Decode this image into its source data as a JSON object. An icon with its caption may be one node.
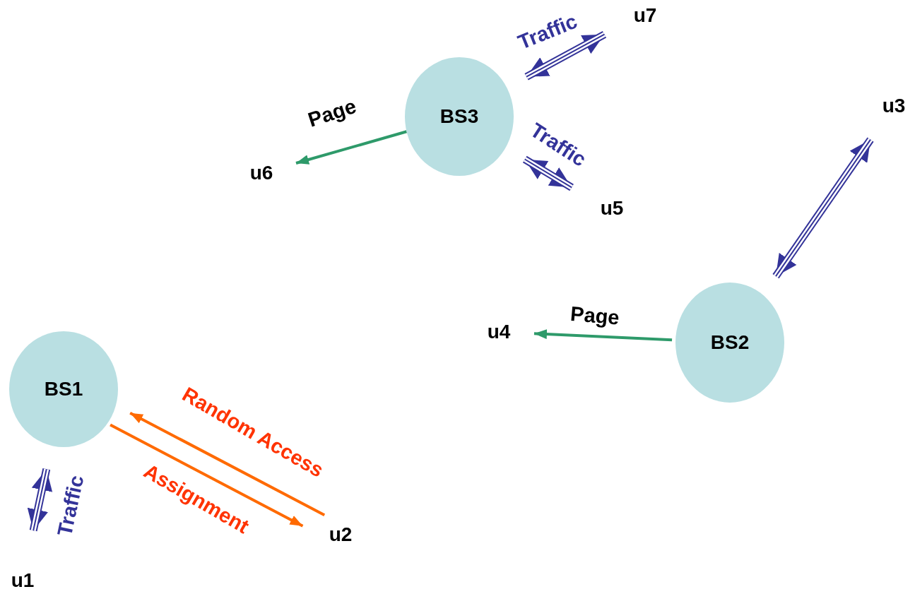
{
  "diagram": {
    "nodes": [
      {
        "text": [
          "u7"
        ]
      },
      {
        "text": [
          "BS3"
        ]
      },
      {
        "text": [
          "u3"
        ]
      },
      {
        "text": [
          "u6"
        ]
      },
      {
        "text": [
          "u5"
        ]
      },
      {
        "text": [
          "u4"
        ]
      },
      {
        "text": [
          "BS2"
        ]
      },
      {
        "text": [
          "BS1"
        ]
      },
      {
        "text": [
          "u2"
        ]
      },
      {
        "text": [
          "u1"
        ]
      }
    ],
    "edges": [
      {
        "from": 1,
        "to": 3,
        "arrow": "to",
        "label": "Page",
        "color": "#2e9a6a"
      },
      {
        "from": 1,
        "to": 0,
        "arrow": "both",
        "label": "Traffic",
        "style": "thick"
      },
      {
        "from": 1,
        "to": 4,
        "arrow": "both",
        "label": "Traffic",
        "style": "thick"
      },
      {
        "from": 2,
        "to": 6,
        "arrow": "both",
        "style": "thick"
      },
      {
        "from": 6,
        "to": 5,
        "arrow": "to",
        "label": "Page",
        "color": "#2e9a6a"
      },
      {
        "from": 8,
        "to": 7,
        "arrow": "to",
        "label": "Random Access",
        "color": "#ff6a00"
      },
      {
        "from": 7,
        "to": 8,
        "arrow": "to",
        "label": "Assignment",
        "color": "#ff6a00"
      },
      {
        "from": 7,
        "to": 9,
        "arrow": "both",
        "label": "Traffic",
        "style": "thick"
      }
    ]
  }
}
